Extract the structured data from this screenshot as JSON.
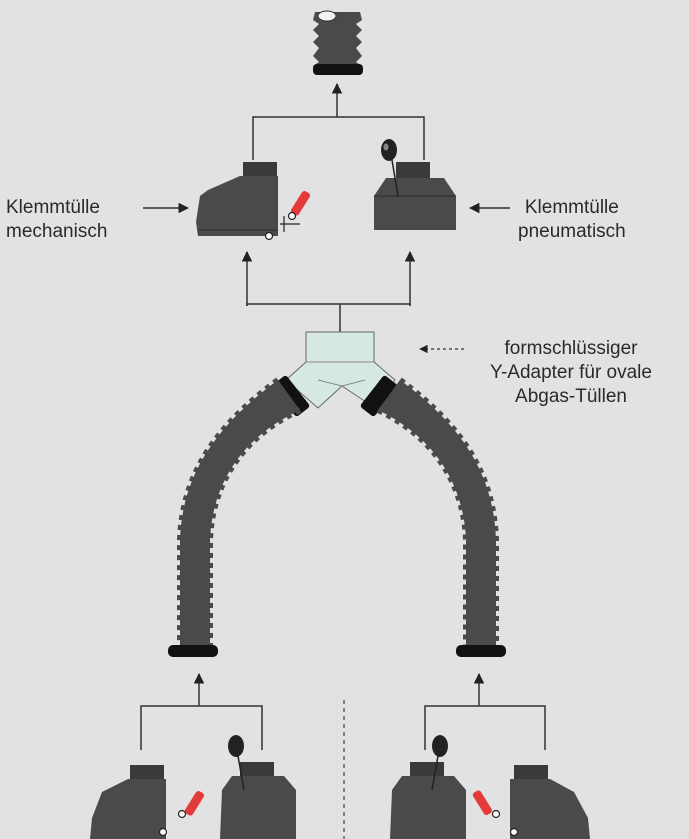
{
  "labels": {
    "left_line1": "Klemmtülle",
    "left_line2": "mechanisch",
    "right_line1": "Klemmtülle",
    "right_line2": "pneumatisch",
    "adapter_line1": "formschlüssiger",
    "adapter_line2": "Y-Adapter für ovale",
    "adapter_line3": "Abgas-Tüllen"
  },
  "colors": {
    "background": "#e2e2e2",
    "part": "#4a4a4a",
    "part_dark": "#2e2e2e",
    "adapter": "#d6e8e2",
    "clamp": "#111111",
    "valve": "#e53a3a",
    "line": "#333333"
  }
}
